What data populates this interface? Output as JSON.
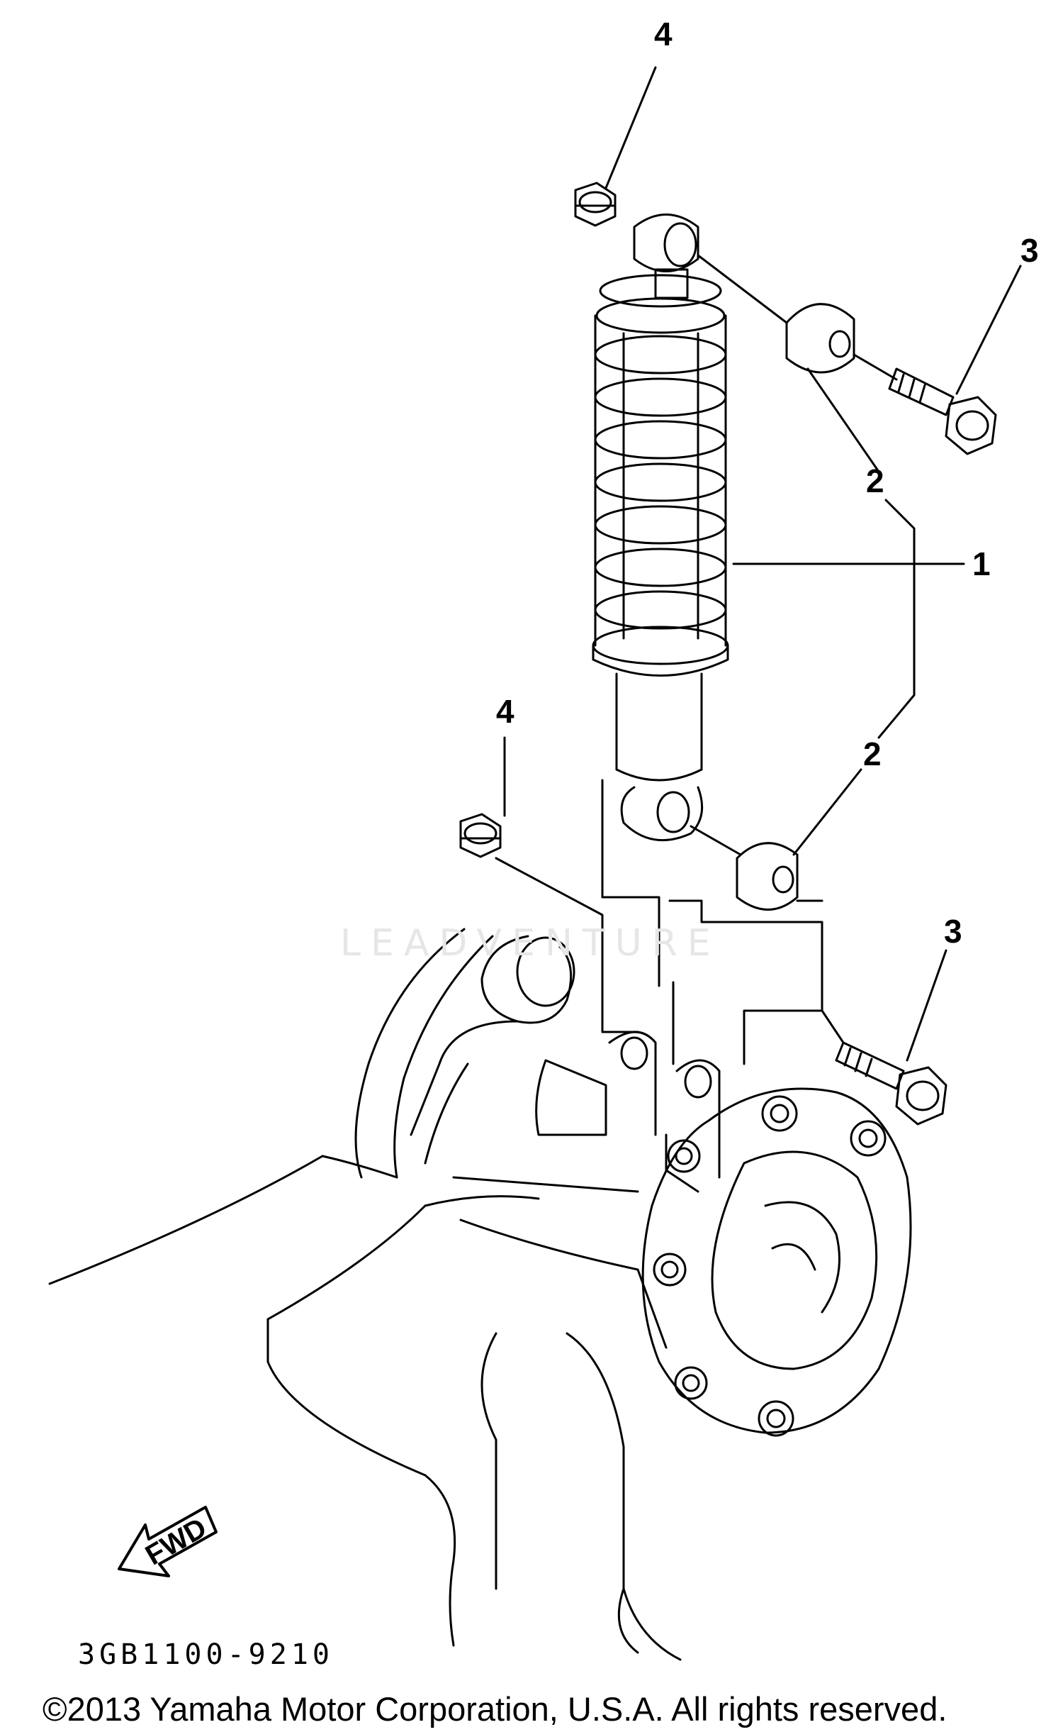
{
  "callouts": [
    {
      "id": "nut-top",
      "label": "4"
    },
    {
      "id": "bolt-top",
      "label": "3"
    },
    {
      "id": "collar-top",
      "label": "2"
    },
    {
      "id": "shock",
      "label": "1"
    },
    {
      "id": "nut-bottom",
      "label": "4"
    },
    {
      "id": "collar-bottom",
      "label": "2"
    },
    {
      "id": "bolt-bottom",
      "label": "3"
    }
  ],
  "direction_arrow": {
    "label": "FWD"
  },
  "drawing_number": "3GB1100-9210",
  "copyright": "©2013 Yamaha Motor Corporation, U.S.A. All rights reserved.",
  "watermark": {
    "text": "LEADVENTURE"
  },
  "colors": {
    "line": "#000000",
    "background": "#ffffff",
    "watermark": "#e6e6e6"
  }
}
